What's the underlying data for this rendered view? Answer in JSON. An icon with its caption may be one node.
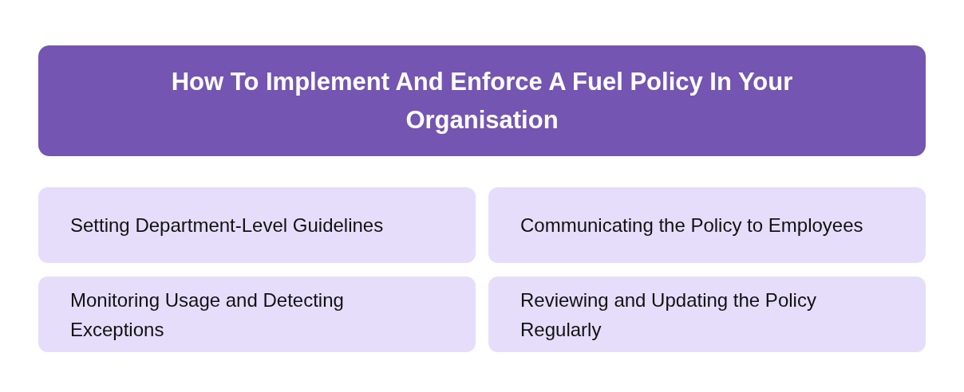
{
  "diagram": {
    "title": "How To Implement And Enforce A Fuel Policy In Your Organisation",
    "nodes": [
      {
        "text": [
          "Setting Department-Level Guidelines"
        ]
      },
      {
        "text": [
          "Communicating the Policy to Employees"
        ]
      },
      {
        "text": [
          "Monitoring Usage and Detecting Exceptions"
        ]
      },
      {
        "text": [
          "Reviewing and Updating the Policy Regularly"
        ]
      }
    ]
  }
}
